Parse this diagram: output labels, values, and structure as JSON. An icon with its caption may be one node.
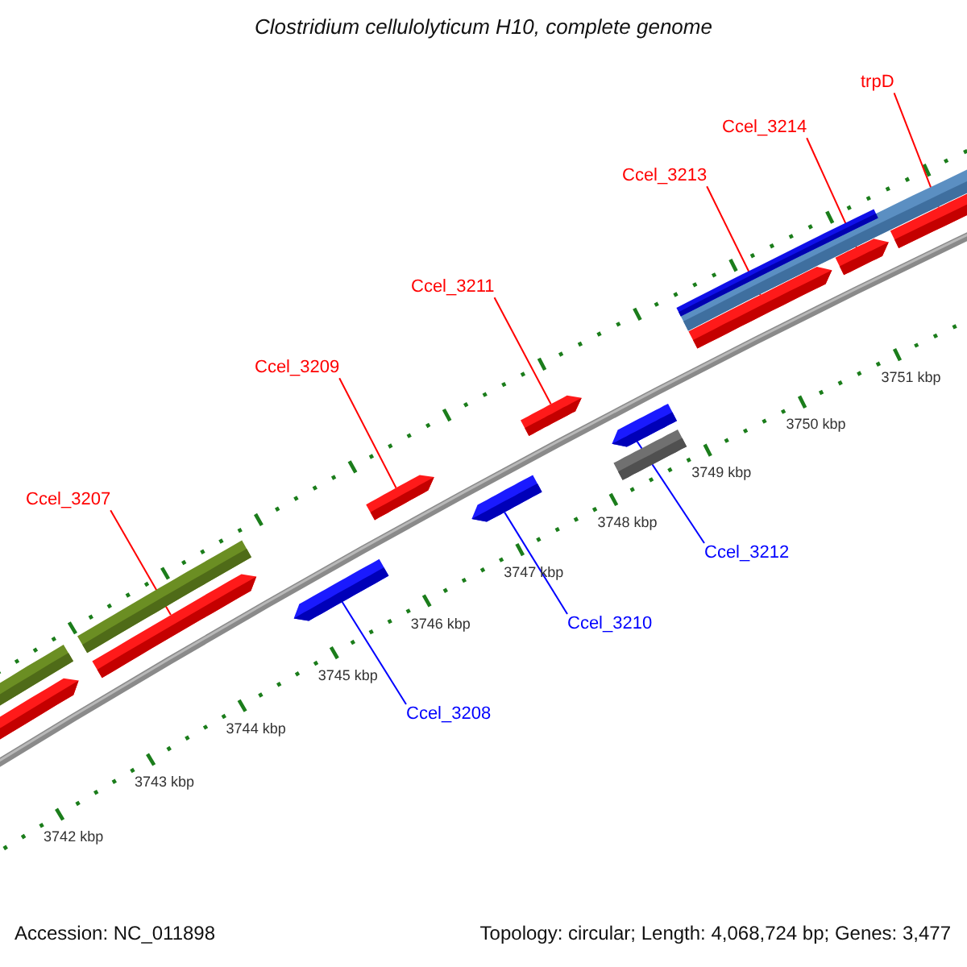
{
  "diagram": {
    "title": "Clostridium cellulolyticum H10, complete genome",
    "nodes": [
      {
        "text": [
          "trpD"
        ]
      },
      {
        "text": [
          "Ccel_3214"
        ]
      },
      {
        "text": [
          "Ccel_3213"
        ]
      },
      {
        "text": [
          "Ccel_3211"
        ]
      },
      {
        "text": [
          "Ccel_3209"
        ]
      },
      {
        "text": [
          "Ccel_3207"
        ]
      },
      {
        "text": [
          "Ccel_3212"
        ]
      },
      {
        "text": [
          "Ccel_3210"
        ]
      },
      {
        "text": [
          "Ccel_3208"
        ]
      },
      {
        "text": [],
        "shape": "bar"
      },
      {
        "text": [],
        "shape": "bar"
      },
      {
        "text": [],
        "shape": "bar"
      },
      {
        "text": [],
        "shape": "bar"
      },
      {
        "text": [],
        "shape": "bar"
      },
      {
        "text": [],
        "shape": "bar"
      },
      {
        "text": [],
        "shape": "bar"
      },
      {
        "text": [],
        "shape": "bar"
      },
      {
        "text": [],
        "shape": "bar"
      }
    ],
    "edges": [
      {
        "from": 0,
        "to": 17,
        "arrow": "none"
      },
      {
        "from": 1,
        "to": 16,
        "arrow": "none"
      },
      {
        "from": 2,
        "to": 15,
        "arrow": "none"
      },
      {
        "from": 3,
        "to": 13,
        "arrow": "none"
      },
      {
        "from": 4,
        "to": 11,
        "arrow": "none"
      },
      {
        "from": 5,
        "to": 9,
        "arrow": "none"
      },
      {
        "from": 6,
        "to": 14,
        "arrow": "none",
        "color": "#0000ff"
      },
      {
        "from": 7,
        "to": 12,
        "arrow": "none",
        "color": "#0000ff"
      },
      {
        "from": 8,
        "to": 10,
        "arrow": "none",
        "color": "#0000ff"
      }
    ],
    "labels": [
      "3751 kbp",
      "3750 kbp",
      "3749 kbp",
      "3748 kbp",
      "3747 kbp",
      "3746 kbp",
      "3745 kbp",
      "3744 kbp",
      "3743 kbp",
      "3742 kbp",
      "Accession: NC_011898",
      "Topology: circular; Length: 4,068,724 bp; Genes: 3,477"
    ]
  }
}
